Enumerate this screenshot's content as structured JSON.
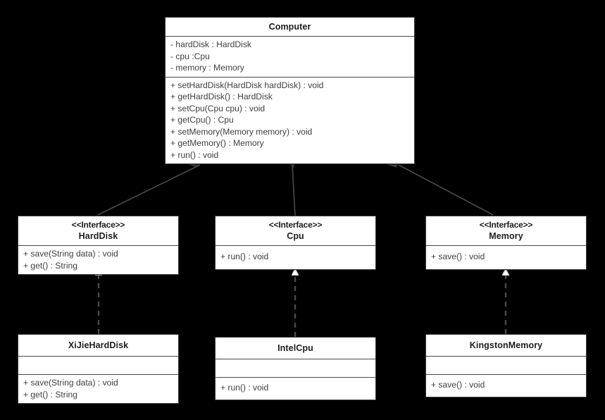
{
  "diagram": {
    "type": "uml-class-diagram",
    "background_color": "#000000",
    "box_fill_color": "#ffffff",
    "line_color": "#4a4a4a",
    "classes": [
      {
        "id": "computer",
        "name": "Computer",
        "stereotype": "",
        "attributes": [
          "- hardDisk : HardDisk",
          "- cpu :Cpu",
          "- memory : Memory"
        ],
        "methods": [
          "+ setHardDisk(HardDisk hardDisk) : void",
          "+ getHardDisk() : HardDisk",
          "+ setCpu(Cpu cpu) : void",
          "+ getCpu() : Cpu",
          "+ setMemory(Memory memory) : void",
          "+ getMemory() : Memory",
          "+ run() : void"
        ]
      },
      {
        "id": "harddisk",
        "name": "HardDisk",
        "stereotype": "<<Interface>>",
        "attributes": [],
        "methods": [
          "+ save(String data) : void",
          "+ get() : String"
        ]
      },
      {
        "id": "cpu",
        "name": "Cpu",
        "stereotype": "<<Interface>>",
        "attributes": [],
        "methods": [
          "+ run() : void"
        ]
      },
      {
        "id": "memory",
        "name": "Memory",
        "stereotype": "<<Interface>>",
        "attributes": [],
        "methods": [
          "+ save() : void"
        ]
      },
      {
        "id": "xijieharddisk",
        "name": "XiJieHardDisk",
        "stereotype": "",
        "attributes": [],
        "methods": [
          "+ save(String data) : void",
          "+ get() : String"
        ]
      },
      {
        "id": "intelcpu",
        "name": "IntelCpu",
        "stereotype": "",
        "attributes": [],
        "methods": [
          "+ run() : void"
        ]
      },
      {
        "id": "kingstonmemory",
        "name": "KingstonMemory",
        "stereotype": "",
        "attributes": [],
        "methods": [
          "+ save() : void"
        ]
      }
    ],
    "relationships": [
      {
        "kind": "composition",
        "from": "computer",
        "to": "harddisk"
      },
      {
        "kind": "composition",
        "from": "computer",
        "to": "cpu"
      },
      {
        "kind": "composition",
        "from": "computer",
        "to": "memory"
      },
      {
        "kind": "realization",
        "from": "xijieharddisk",
        "to": "harddisk"
      },
      {
        "kind": "realization",
        "from": "intelcpu",
        "to": "cpu"
      },
      {
        "kind": "realization",
        "from": "kingstonmemory",
        "to": "memory"
      }
    ]
  }
}
